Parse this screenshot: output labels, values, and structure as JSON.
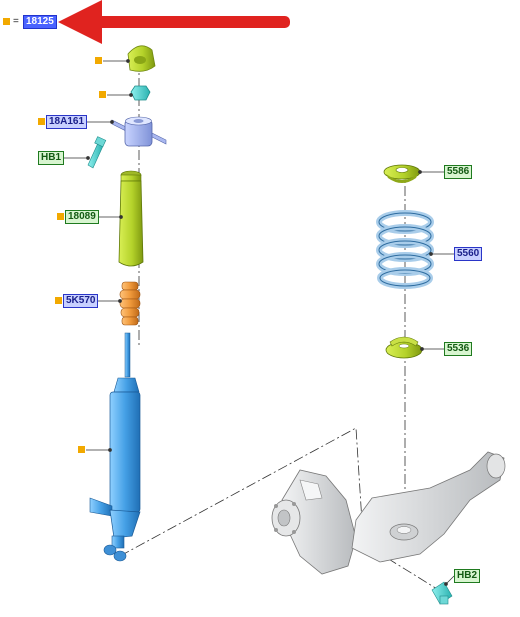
{
  "legend": {
    "equals": "=",
    "ref_code": "18125"
  },
  "labels": {
    "strut_mount": "18A161",
    "bolt_upper": "HB1",
    "dust_boot": "18089",
    "bump_stop": "5K570",
    "upper_seat": "5586",
    "coil_spring": "5560",
    "lower_seat": "5536",
    "bolt_lower": "HB2"
  },
  "colors": {
    "arrow": "#e0231f",
    "marker": "#f2a900",
    "lime": "#b9d62a",
    "shock_blue": "#4aa3e8",
    "mount_blue": "#9bb0ee",
    "spring": "#a9cdea",
    "bump_orange": "#f09a3c",
    "arm_grey": "#d4d6d8"
  }
}
